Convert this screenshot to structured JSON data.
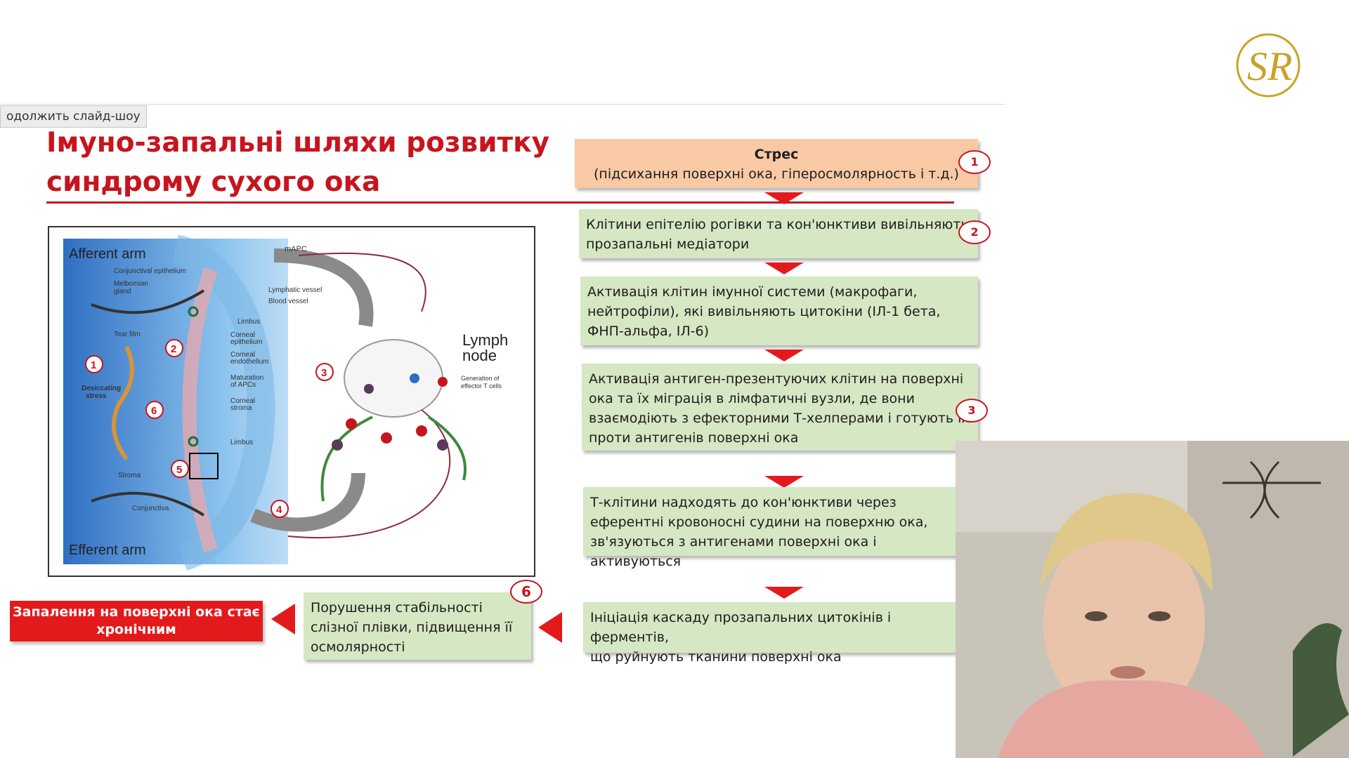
{
  "toolbar": {
    "continue_slideshow": "одолжить слайд-шоу"
  },
  "logo": {
    "monogram": "SR"
  },
  "slide": {
    "title_line1": "Імуно-запальні шляхи розвитку",
    "title_line2": "синдрому сухого ока",
    "accent_color": "#c8141e",
    "box_color": "#d6e7c3",
    "stress_color": "#f9c9a6"
  },
  "figure": {
    "afferent": "Afferent arm",
    "efferent": "Efferent arm",
    "lymph_line1": "Lymph",
    "lymph_line2": "node",
    "generation_line1": "Generation of",
    "generation_line2": "effector T cells",
    "mapc": "mAPC",
    "labels": {
      "conj_epi": "Conjunctival epithelium",
      "meibomian1": "Meibomian",
      "meibomian2": "gland",
      "lymph_vessel": "Lymphatic vessel",
      "blood_vessel": "Blood vessel",
      "tear_film": "Tear film",
      "limbus_top": "Limbus",
      "corneal_epi1": "Corneal",
      "corneal_epi2": "epithelium",
      "corneal_endo1": "Corneal",
      "corneal_endo2": "endothelium",
      "maturation1": "Maturation",
      "maturation2": "of APCs",
      "corneal_stroma1": "Corneal",
      "corneal_stroma2": "stroma",
      "desiccating1": "Desiccating",
      "desiccating2": "stress",
      "limbus_bottom": "Limbus",
      "stroma": "Stroma",
      "conjunctiva": "Conjunctiva"
    },
    "markers": [
      "1",
      "2",
      "3",
      "4",
      "5",
      "6"
    ]
  },
  "steps": [
    {
      "title": "Стрес",
      "text": "(підсихання поверхні ока, гіперосмолярность і т.д.)",
      "num": "1"
    },
    {
      "line1": "Клітини епітелію рогівки та кон'юнктиви вивільняють",
      "line2": "прозапальні медіатори",
      "num": "2"
    },
    {
      "line1": "Активація клітин імунної системи (макрофаги,",
      "line2": "нейтрофіли), які вивільняють цитокіни (ІЛ-1 бета,",
      "line3": "ФНП-альфа, ІЛ-6)"
    },
    {
      "line1": "Активація антиген-презентуючих клітин на поверхні",
      "line2": "ока та їх міграція в лімфатичні вузли, де вони",
      "line3": "взаємодіють з ефекторними Т-хелперами і готують їх",
      "line4": "проти антигенів поверхні ока",
      "num": "3"
    },
    {
      "line1": "Т-клітини надходять до кон'юнктиви через",
      "line2": "еферентні кровоносні судини на поверхню ока,",
      "line3": "зв'язуються з антигенами поверхні ока і активуються"
    },
    {
      "line1": "Ініціація каскаду прозапальних цитокінів і ферментів,",
      "line2": "що руйнують тканини поверхні ока"
    }
  ],
  "tear_film_box": {
    "line1": "Порушення стабільності",
    "line2": "слізної плівки, підвищення її",
    "line3": "осмолярності",
    "num": "6"
  },
  "chronic": {
    "line1": "Запалення на поверхні ока стає",
    "line2": "хронічним"
  }
}
